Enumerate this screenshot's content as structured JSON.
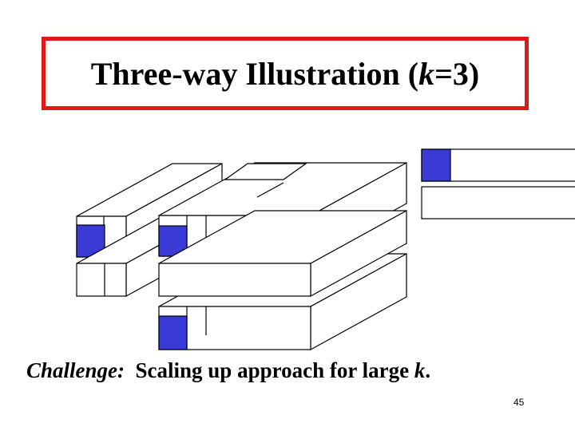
{
  "title": {
    "prefix": "Three-way Illustration (",
    "k": "k",
    "suffix": "=3)"
  },
  "caption": {
    "label": "Challenge:",
    "text": "Scaling up approach for large ",
    "k": "k",
    "end": "."
  },
  "page_number": "45",
  "colors": {
    "title_border": "#e01818",
    "highlight_cell": "#3a3ad6",
    "stroke": "#000000"
  }
}
